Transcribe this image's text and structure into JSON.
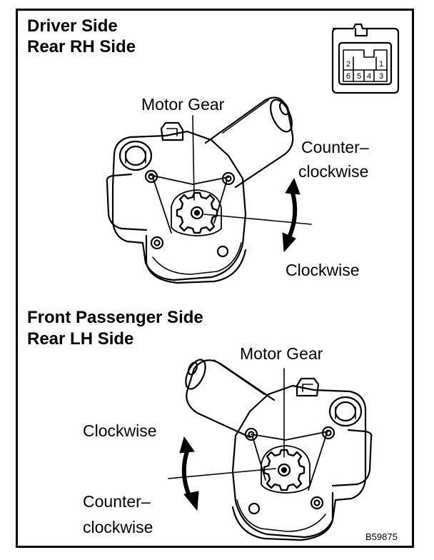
{
  "section_top": {
    "title_line1": "Driver Side",
    "title_line2": "Rear RH Side",
    "motor_gear_label": "Motor Gear",
    "counter_label_line1": "Counter–",
    "counter_label_line2": "clockwise",
    "clockwise_label": "Clockwise"
  },
  "section_bottom": {
    "title_line1": "Front Passenger Side",
    "title_line2": "Rear LH Side",
    "motor_gear_label": "Motor Gear",
    "clockwise_label": "Clockwise",
    "counter_label_line1": "Counter–",
    "counter_label_line2": "clockwise"
  },
  "connector": {
    "pins": [
      "2",
      "1",
      "6",
      "5",
      "4",
      "3"
    ]
  },
  "figure_code": "B59875"
}
